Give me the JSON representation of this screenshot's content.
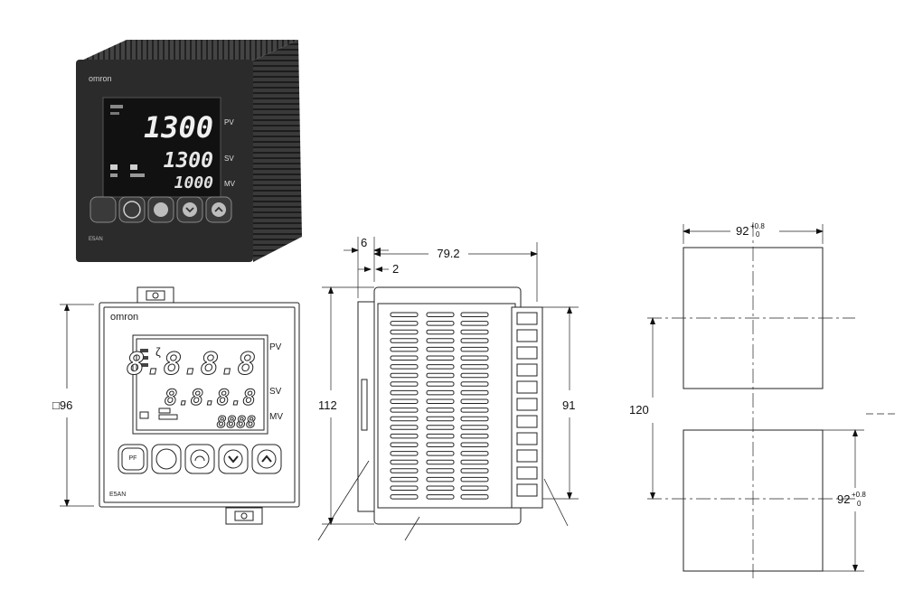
{
  "photo": {
    "brand": "omron",
    "pv_value": "1300",
    "sv_value": "1300",
    "mv_value": "1000",
    "pv_label": "PV",
    "sv_label": "SV",
    "mv_label": "MV",
    "model": "E5AN"
  },
  "front_view": {
    "brand": "omron",
    "pv_digits": "8.8.8.8",
    "sv_digits": "8.8.8.8",
    "mv_digits": "8888",
    "pv_label": "PV",
    "sv_label": "SV",
    "mv_label": "MV",
    "model": "E5AN",
    "pf_button_label": "PF",
    "size_label": "□96"
  },
  "side_view": {
    "dim_top_small": "6",
    "dim_depth": "79.2",
    "dim_offset": "2",
    "dim_height": "112",
    "dim_terminal_height": "91"
  },
  "cutout_view": {
    "dim_width": "92",
    "dim_width_tol_upper": "+0.8",
    "dim_width_tol_lower": "0",
    "dim_spacing": "120",
    "dim_height": "92",
    "dim_height_tol_upper": "+0.8",
    "dim_height_tol_lower": "0"
  },
  "colors": {
    "device_body": "#2b2b2b",
    "display_bg": "#111111",
    "line": "#222222"
  }
}
